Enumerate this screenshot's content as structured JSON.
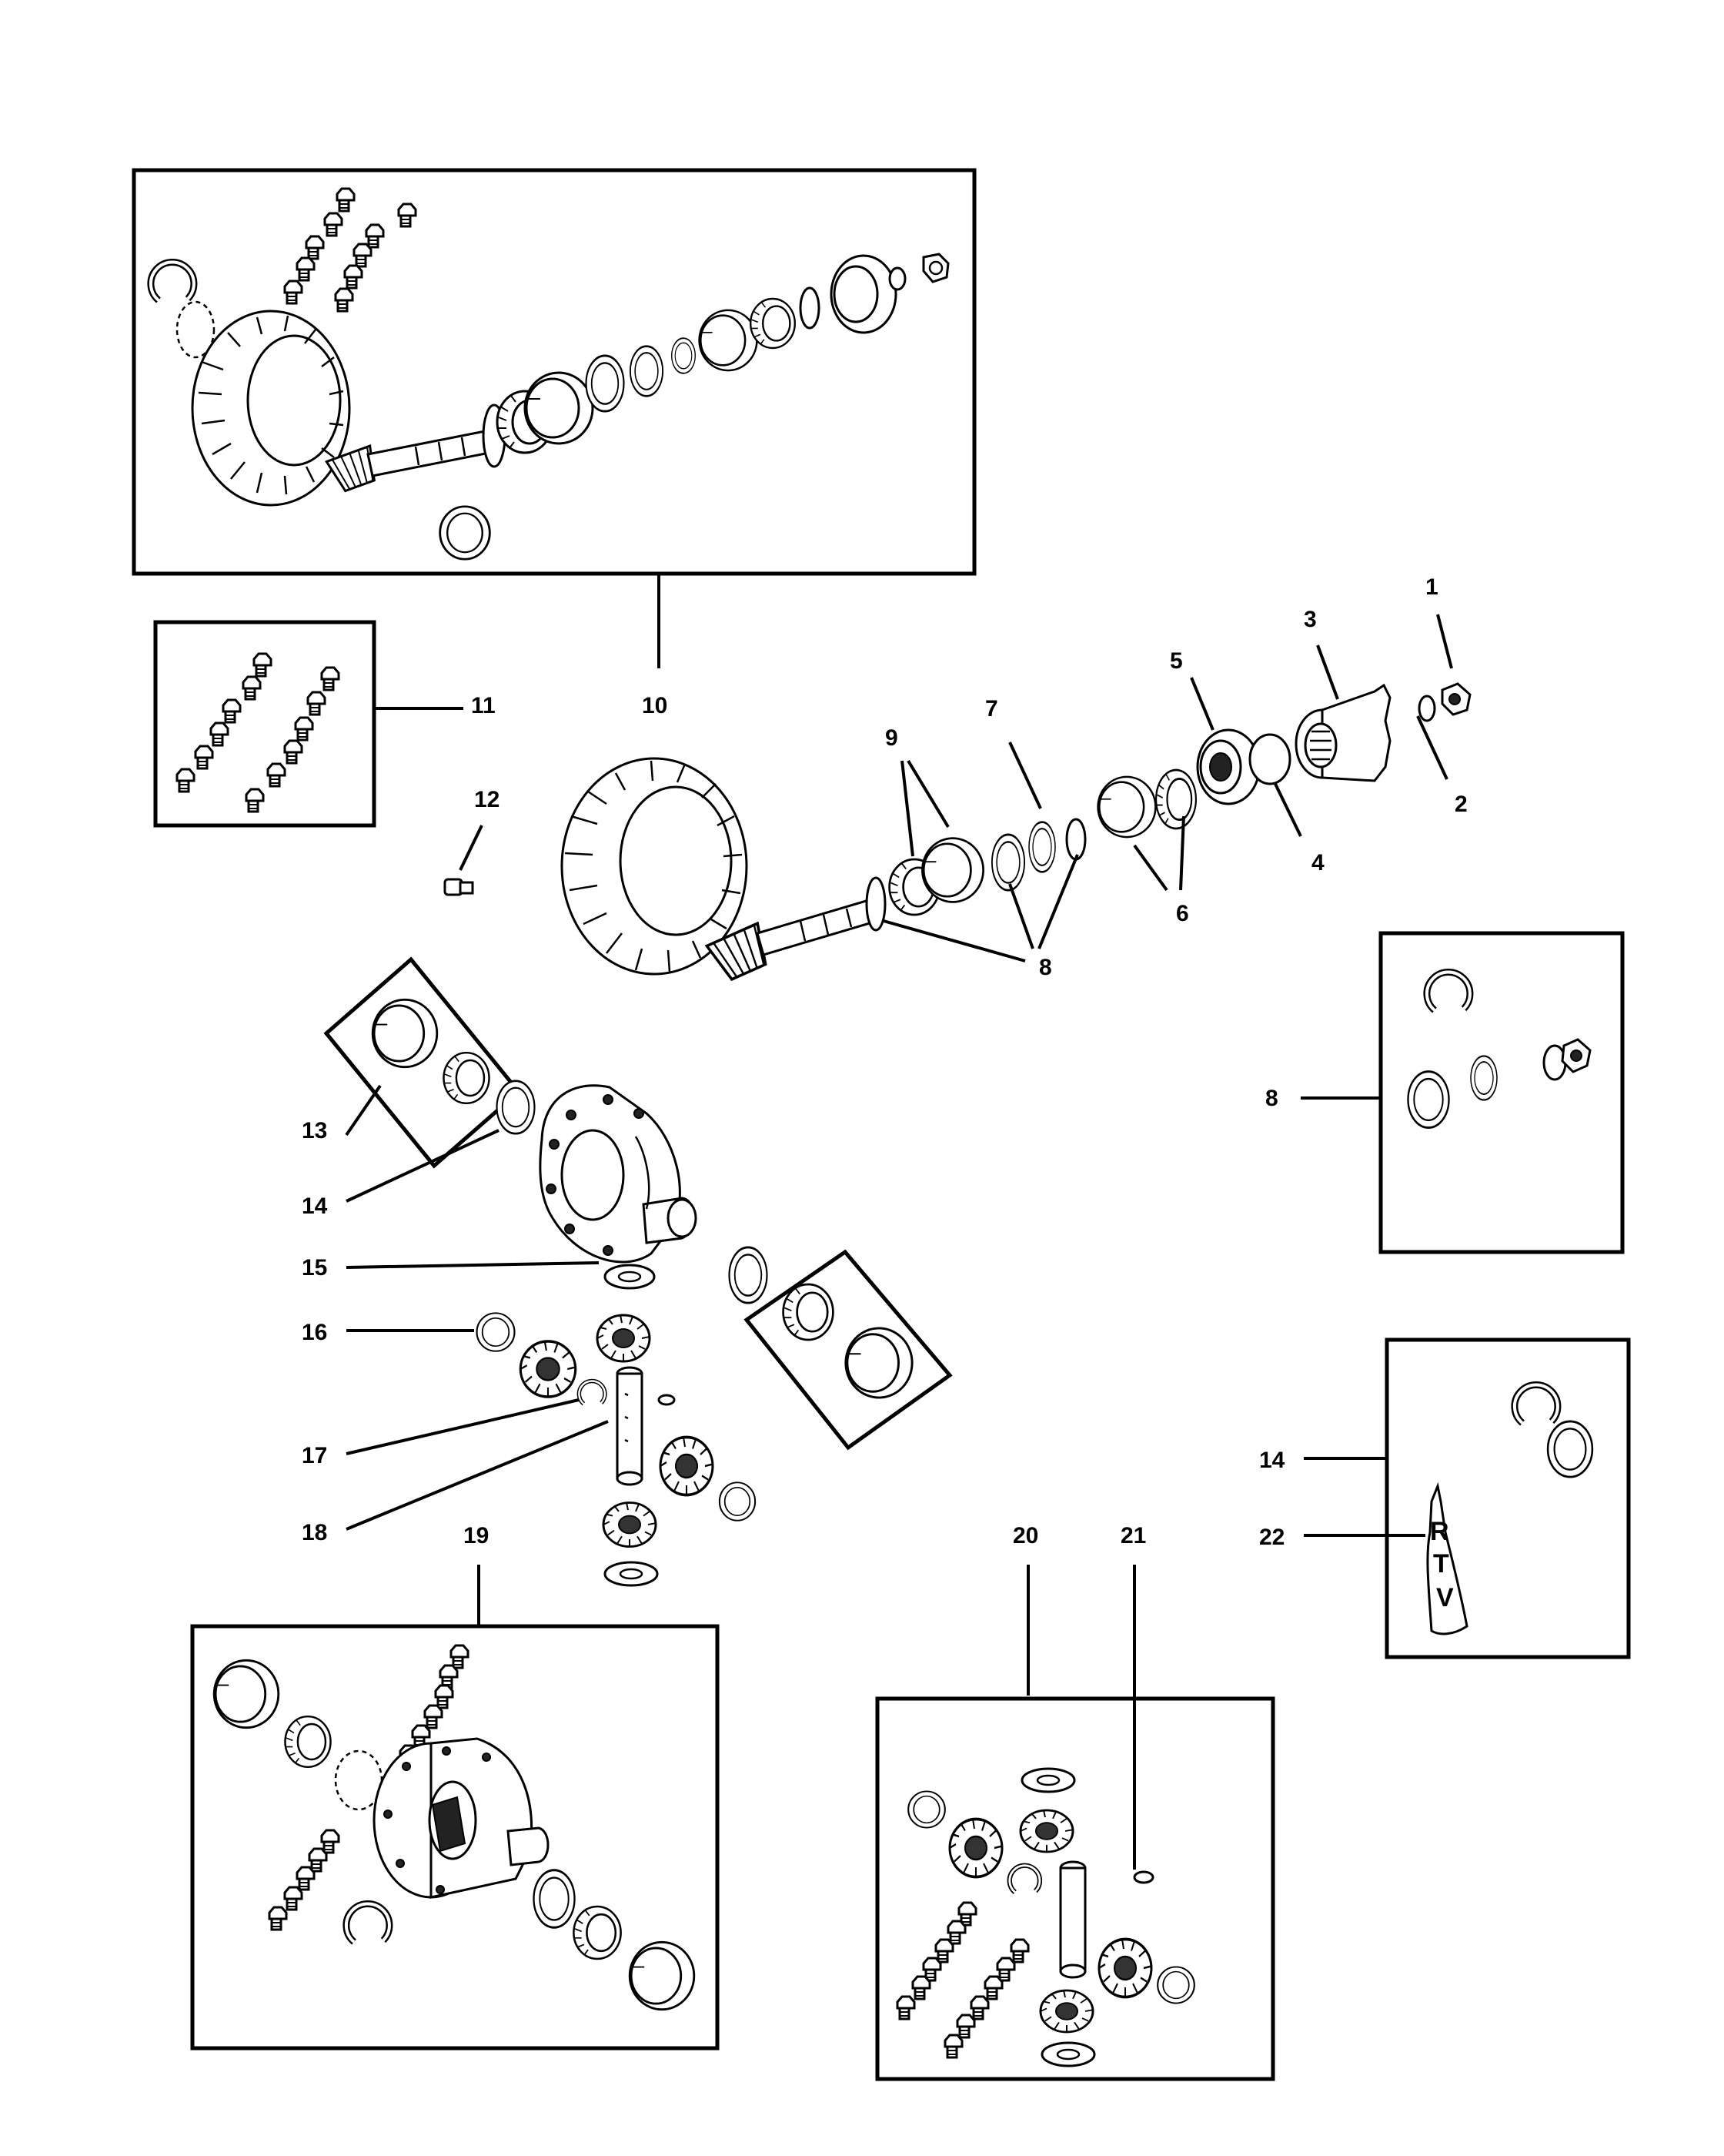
{
  "diagram": {
    "callouts": [
      {
        "id": "c1",
        "text": "1"
      },
      {
        "id": "c2",
        "text": "2"
      },
      {
        "id": "c3",
        "text": "3"
      },
      {
        "id": "c4",
        "text": "4"
      },
      {
        "id": "c5",
        "text": "5"
      },
      {
        "id": "c6",
        "text": "6"
      },
      {
        "id": "c7",
        "text": "7"
      },
      {
        "id": "c8a",
        "text": "8"
      },
      {
        "id": "c8b",
        "text": "8"
      },
      {
        "id": "c9",
        "text": "9"
      },
      {
        "id": "c10",
        "text": "10"
      },
      {
        "id": "c11",
        "text": "11"
      },
      {
        "id": "c12",
        "text": "12"
      },
      {
        "id": "c13",
        "text": "13"
      },
      {
        "id": "c14a",
        "text": "14"
      },
      {
        "id": "c14b",
        "text": "14"
      },
      {
        "id": "c15",
        "text": "15"
      },
      {
        "id": "c16",
        "text": "16"
      },
      {
        "id": "c17",
        "text": "17"
      },
      {
        "id": "c18",
        "text": "18"
      },
      {
        "id": "c19",
        "text": "19"
      },
      {
        "id": "c20",
        "text": "20"
      },
      {
        "id": "c21",
        "text": "21"
      },
      {
        "id": "c22",
        "text": "22"
      }
    ],
    "sealant_tube_label": [
      "R",
      "T",
      "V"
    ]
  }
}
